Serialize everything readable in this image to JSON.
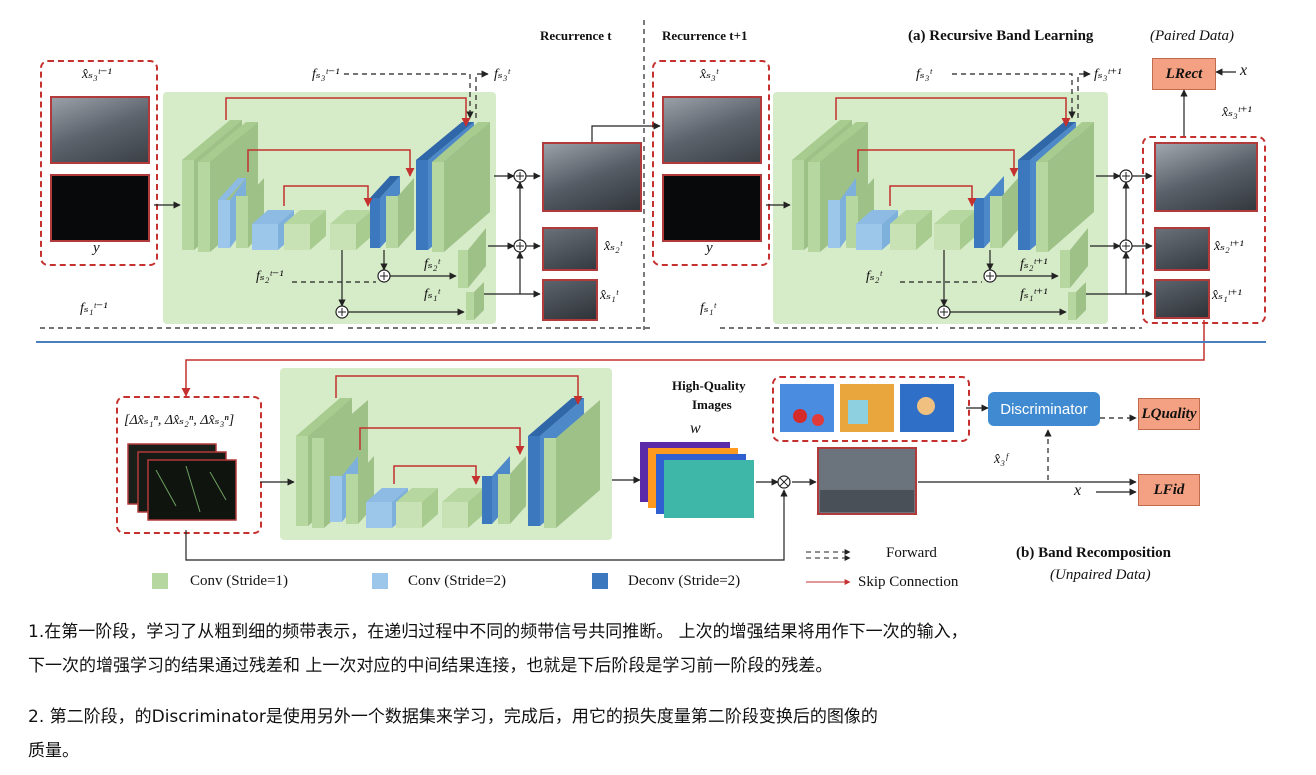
{
  "headers": {
    "recurrence_t": "Recurrence t",
    "recurrence_t1": "Recurrence t+1",
    "section_a": "(a) Recursive Band Learning",
    "section_a_sub": "(Paired Data)",
    "section_b": "(b) Band Recomposition",
    "section_b_sub": "(Unpaired Data)"
  },
  "symbols": {
    "x_hat_s3_prev": "x̂ₛ₃ᵗ⁻¹",
    "y1": "y",
    "y2": "y",
    "f_s3_prev": "fₛ₃ᵗ⁻¹",
    "f_s3_t": "fₛ₃ᵗ",
    "f_s2_prev": "fₛ₂ᵗ⁻¹",
    "f_s2_t": "fₛ₂ᵗ",
    "f_s1_t": "fₛ₁ᵗ",
    "f_s1_prev": "fₛ₁ᵗ⁻¹",
    "x_hat_s2_t": "x̂ₛ₂ᵗ",
    "x_hat_s1_t": "x̂ₛ₁ᵗ",
    "x_hat_s3_t": "x̂ₛ₃ᵗ",
    "f_s3_t_r2": "fₛ₃ᵗ",
    "f_s3_t1": "fₛ₃ᵗ⁺¹",
    "f_s2_t_r2": "fₛ₂ᵗ",
    "f_s2_t1": "fₛ₂ᵗ⁺¹",
    "f_s1_t1": "fₛ₁ᵗ⁺¹",
    "f_s1_t_r2": "fₛ₁ᵗ",
    "x_hat_s3_t1": "x̂ₛ₃ᵗ⁺¹",
    "x_hat_s2_t1": "x̂ₛ₂ᵗ⁺¹",
    "x_hat_s1_t1": "x̂ₛ₁ᵗ⁺¹",
    "x_top": "x",
    "delta_set": "[Δx̂ₛ₁ⁿ, Δx̂ₛ₂ⁿ, Δx̂ₛ₃ⁿ]",
    "w": "w",
    "x3F": "x̂₃ᶠ",
    "x_bottom": "x"
  },
  "losses": {
    "rect": "LRect",
    "quality": "LQuality",
    "fid": "LFid"
  },
  "discriminator_label": "Discriminator",
  "hq_label_1": "High-Quality",
  "hq_label_2": "Images",
  "legend": {
    "conv1": "Conv (Stride=1)",
    "conv2": "Conv (Stride=2)",
    "deconv": "Deconv (Stride=2)",
    "forward": "Forward",
    "skip": "Skip Connection"
  },
  "colors": {
    "conv1": "#b7d7a0",
    "conv2": "#9cc6ea",
    "deconv": "#3c78bd",
    "skip": "#c4312f",
    "divider": "#4a7fbf"
  },
  "notes": {
    "line1": "1.在第一阶段，学习了从粗到细的频带表示，在递归过程中不同的频带信号共同推断。 上次的增强结果将用作下一次的输入，",
    "line2": "下一次的增强学习的结果通过残差和 上一次对应的中间结果连接，也就是下后阶段是学习前一阶段的残差。",
    "line3": "2. 第二阶段，的Discriminator是使用另外一个数据集来学习，完成后，用它的损失度量第二阶段变换后的图像的",
    "line4": "质量。"
  }
}
